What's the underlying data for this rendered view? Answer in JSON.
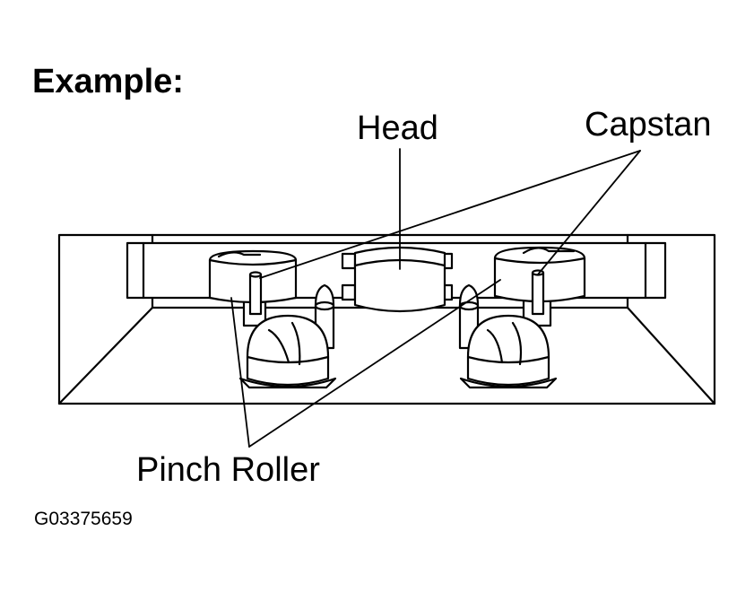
{
  "title": "Example:",
  "labels": {
    "head": "Head",
    "capstan": "Capstan",
    "pinch_roller": "Pinch Roller"
  },
  "figure_id": "G03375659"
}
